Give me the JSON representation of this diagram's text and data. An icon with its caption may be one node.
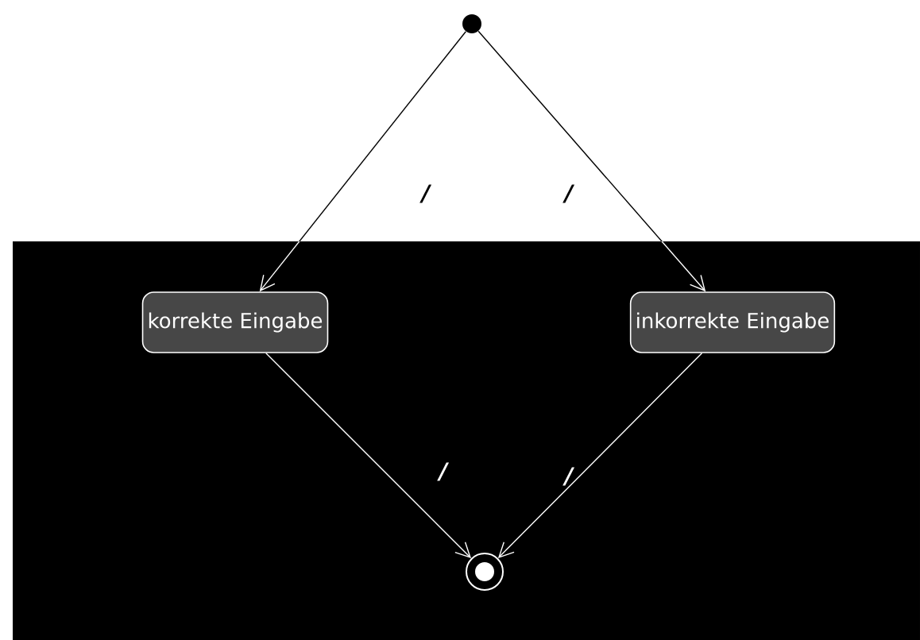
{
  "diagram": {
    "nodes": [
      {
        "text": [],
        "shape": "circle"
      },
      {
        "text": [
          "korrekte Eingabe"
        ]
      },
      {
        "text": [
          "inkorrekte Eingabe"
        ]
      },
      {
        "text": [],
        "shape": "circle"
      }
    ],
    "edges": [
      {
        "from": 0,
        "to": 1,
        "arrow": "to",
        "label": "/"
      },
      {
        "from": 0,
        "to": 2,
        "arrow": "to",
        "label": "/"
      },
      {
        "from": 1,
        "to": 3,
        "arrow": "to",
        "label": "/"
      },
      {
        "from": 2,
        "to": 3,
        "arrow": "to",
        "label": "/"
      }
    ]
  }
}
